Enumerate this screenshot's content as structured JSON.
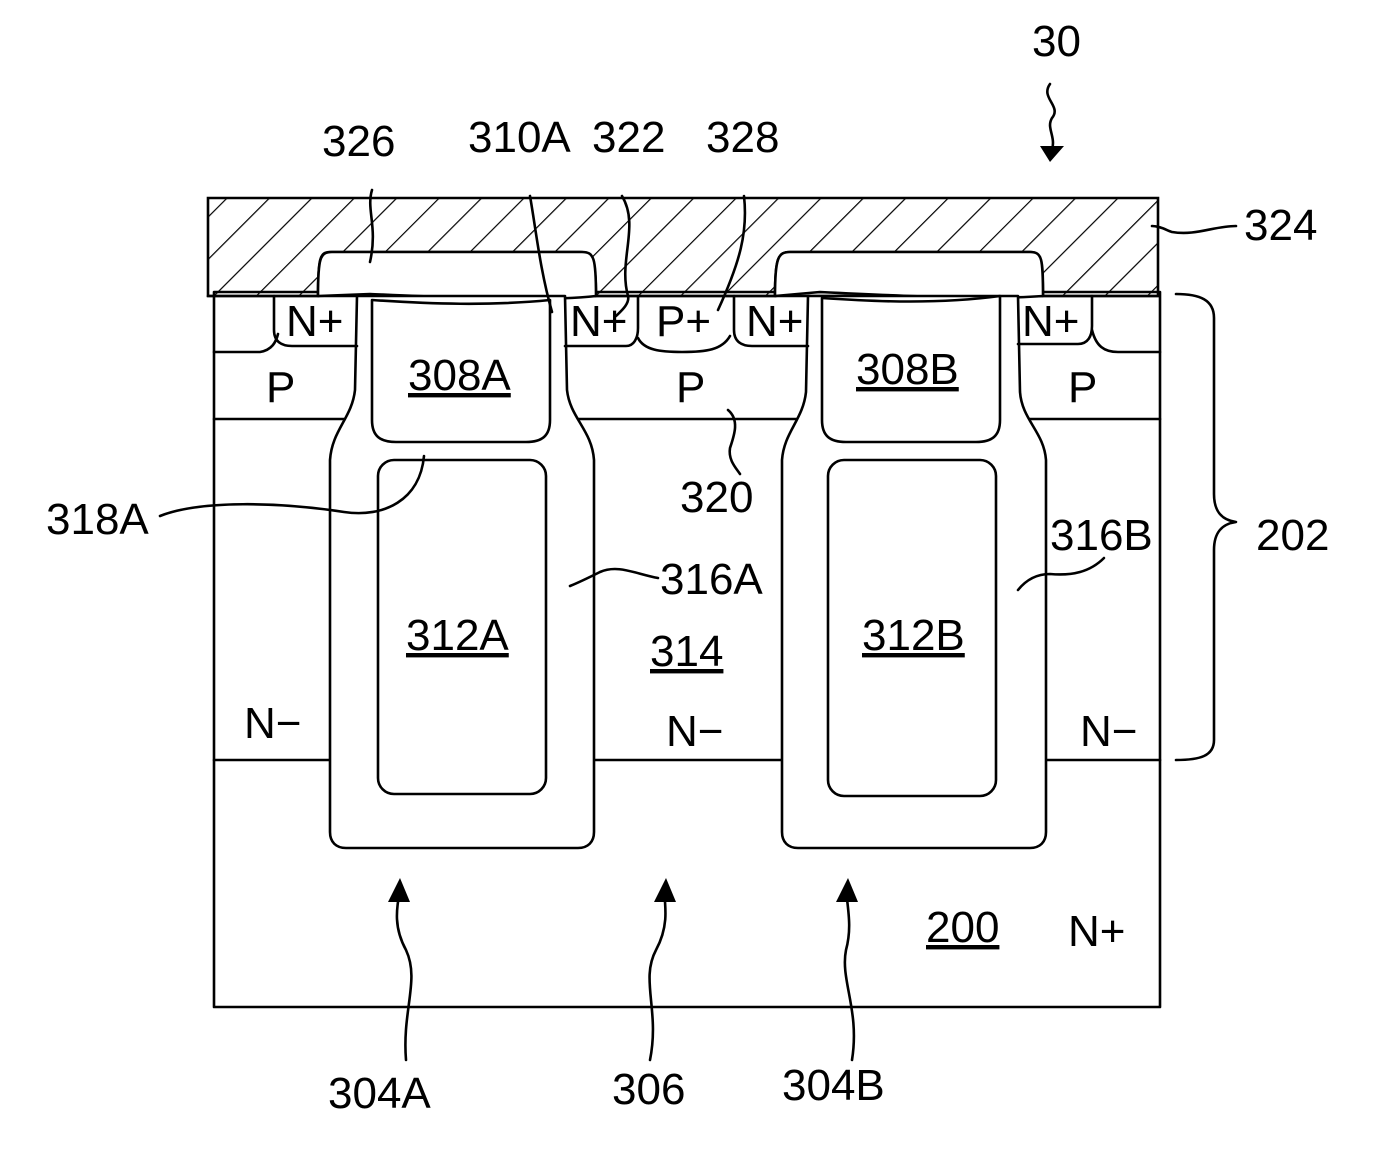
{
  "figure": {
    "ref": "30",
    "regions": {
      "metal": "324",
      "oxide_cap": "326",
      "p_plus": "328",
      "n_plus_source": "322",
      "gate_top_a": "308A",
      "gate_top_b": "308B",
      "gate_oxide_a": "310A",
      "shield_a": "312A",
      "shield_b": "312B",
      "trench_liner_a": "316A",
      "trench_liner_b": "316B",
      "inter_electrode_a": "318A",
      "body_boundary": "320",
      "drift": "314",
      "epi_layer": "202",
      "substrate": "200",
      "trench_a": "304A",
      "mesa": "306",
      "trench_b": "304B"
    },
    "doping": {
      "n_plus": "N+",
      "p_plus": "P+",
      "p": "P",
      "n_minus": "N−"
    }
  }
}
